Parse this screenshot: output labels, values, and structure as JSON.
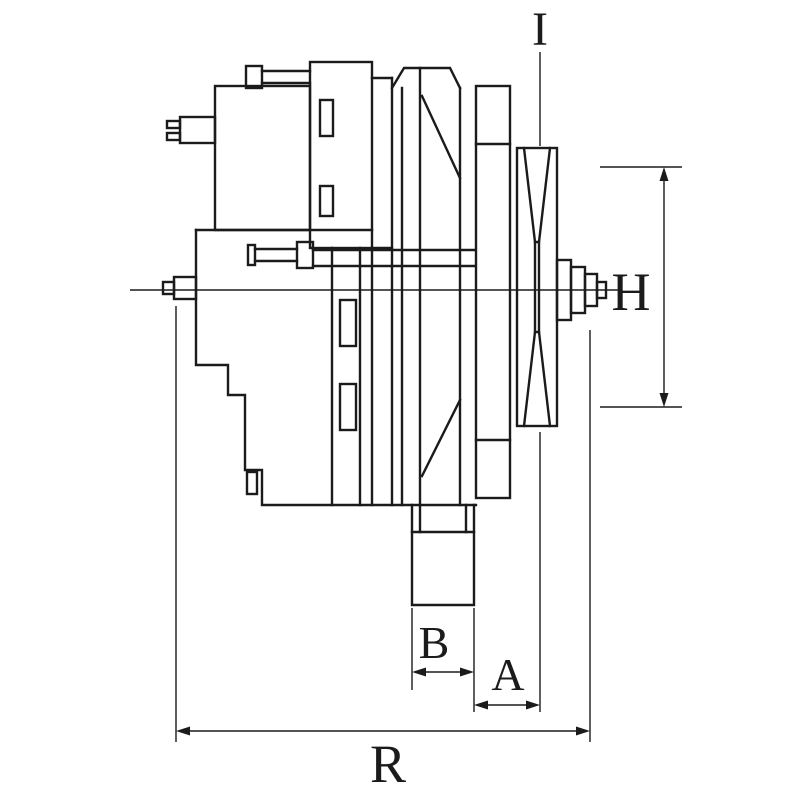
{
  "diagram": {
    "type": "technical-line-drawing",
    "subject": "Alternator side view with pulley, shaft nut, mounting lug and dimension callouts",
    "background_color": "#ffffff",
    "line_color": "#1b1b1b",
    "dimensions": {
      "I": "I",
      "H": "H",
      "B": "B",
      "A": "A",
      "R": "R"
    }
  }
}
